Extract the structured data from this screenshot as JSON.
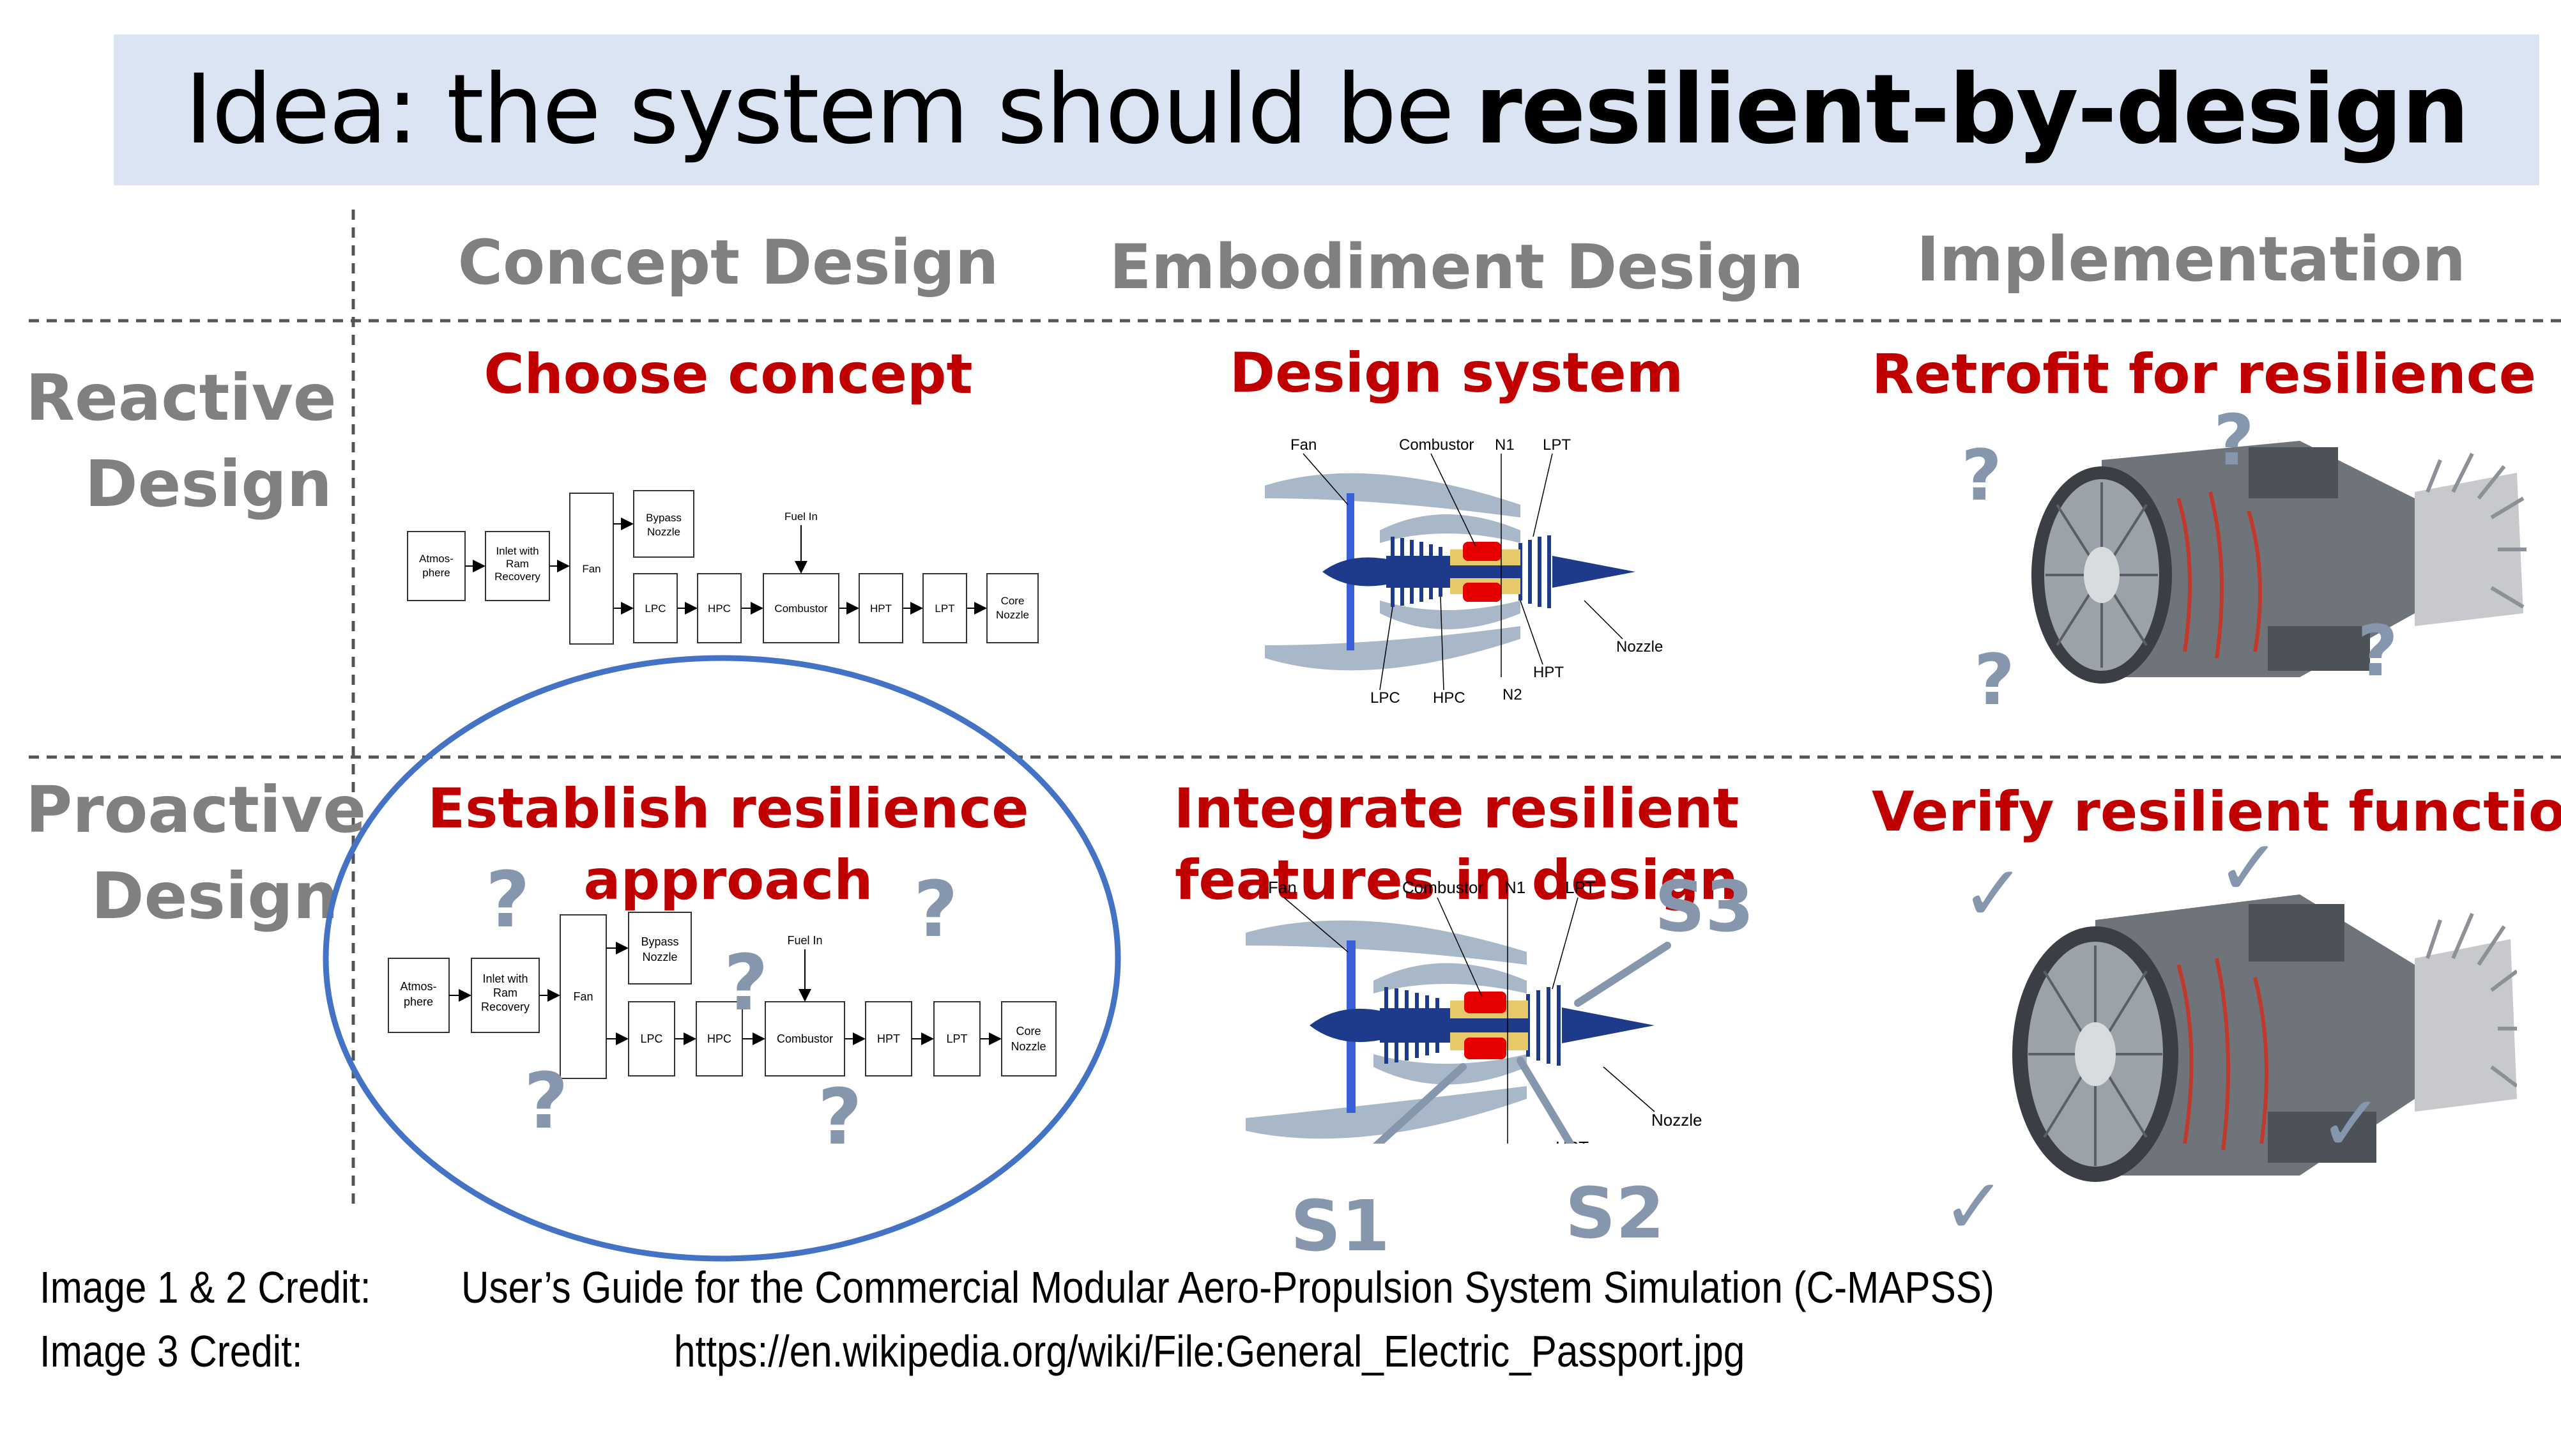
{
  "title": {
    "prefix": "Idea: the system should be",
    "emphasis": "resilient-by-design"
  },
  "columns": [
    "Concept Design",
    "Embodiment Design",
    "Implementation"
  ],
  "rows": [
    {
      "label_line1": "Reactive",
      "label_line2": "Design"
    },
    {
      "label_line1": "Proactive",
      "label_line2": "Design"
    }
  ],
  "cells": {
    "reactive": {
      "concept": "Choose concept",
      "embodiment": "Design system",
      "implementation": "Retrofit for resilience"
    },
    "proactive": {
      "concept_line1": "Establish resilience",
      "concept_line2": "approach",
      "embodiment_line1": "Integrate resilient",
      "embodiment_line2": "features in design",
      "implementation": "Verify resilient function"
    }
  },
  "block_diagram": {
    "atmosphere": "Atmos-phere",
    "inlet": "Inlet with Ram Recovery",
    "fan": "Fan",
    "bypass": "Bypass Nozzle",
    "fuel": "Fuel In",
    "lpc": "LPC",
    "hpc": "HPC",
    "combustor": "Combustor",
    "hpt": "HPT",
    "lpt": "LPT",
    "core": "Core Nozzle"
  },
  "engine_labels": {
    "fan": "Fan",
    "combustor": "Combustor",
    "n1": "N1",
    "lpt": "LPT",
    "nozzle": "Nozzle",
    "hpt": "HPT",
    "lpc": "LPC",
    "hpc": "HPC",
    "n2": "N2"
  },
  "sensors": {
    "s1": "S1",
    "s2": "S2",
    "s3": "S3"
  },
  "marks": {
    "question": "?",
    "check": "✓"
  },
  "credits": [
    {
      "label": "Image 1 & 2 Credit:",
      "text": "User’s Guide for the Commercial Modular Aero-Propulsion System Simulation (C-MAPSS)"
    },
    {
      "label": "Image 3 Credit:",
      "text": "https://en.wikipedia.org/wiki/File:General_Electric_Passport.jpg"
    }
  ],
  "colors": {
    "accent_red": "#c00000",
    "header_gray": "#808080",
    "title_band": "#dbe4f2",
    "circle_blue": "#4472c4",
    "mark_gray": "#8596ad"
  }
}
